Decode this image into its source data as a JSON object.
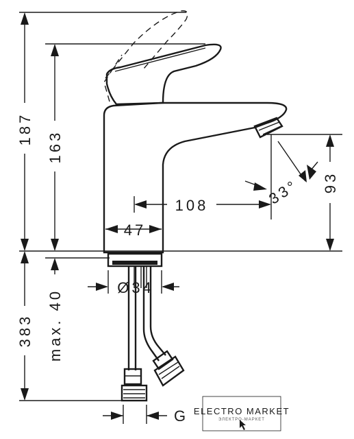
{
  "dimensions": {
    "total_height": "187",
    "outlet_height": "163",
    "spout_height": "93",
    "reach": "108",
    "body_width": "47",
    "angle": "33°",
    "hole_diameter": "Ø34",
    "below_counter": "383",
    "max_thickness": "max. 40",
    "connection": "G"
  },
  "watermark": {
    "title": "ELECTRO MARKET",
    "subtitle": "ЭЛЕКТРО-МАРКЕТ"
  }
}
